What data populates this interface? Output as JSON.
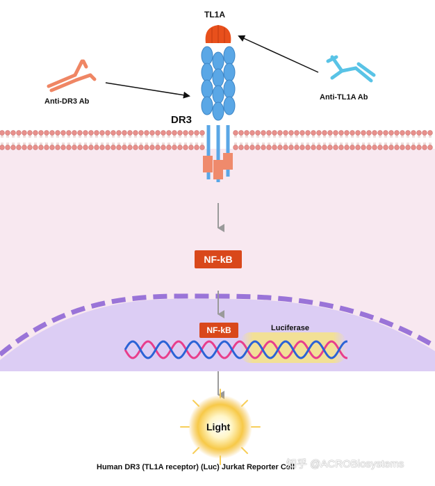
{
  "labels": {
    "ligand": "TL1A",
    "receptor": "DR3",
    "anti_receptor_ab": "Anti-DR3 Ab",
    "anti_ligand_ab": "Anti-TL1A Ab",
    "transcription_factor_cytoplasm": "NF-kB",
    "transcription_factor_nucleus": "NF-kB",
    "reporter_gene": "Luciferase",
    "output_signal": "Light",
    "caption": "Human DR3 (TL1A receptor) (Luc) Jurkat Reporter Cell",
    "watermark": "知乎 @ACROBiosystems"
  },
  "colors": {
    "membrane_head": "#e8908c",
    "cytoplasm": "#f8e8f0",
    "nucleus": "#dccdf4",
    "nuclear_envelope": "#9a74d8",
    "receptor": "#5aa7e6",
    "receptor_tail": "#ef8a6c",
    "ligand": "#e8501c",
    "anti_dr3_ab": "#ef8664",
    "anti_tl1a_ab": "#59c3e6",
    "nfkb_box": "#d9481b",
    "dna_pink": "#e83e8c",
    "dna_blue": "#2b63d6",
    "luciferase_glow": "#f5e28c",
    "light_glow": "#f2b52a"
  }
}
